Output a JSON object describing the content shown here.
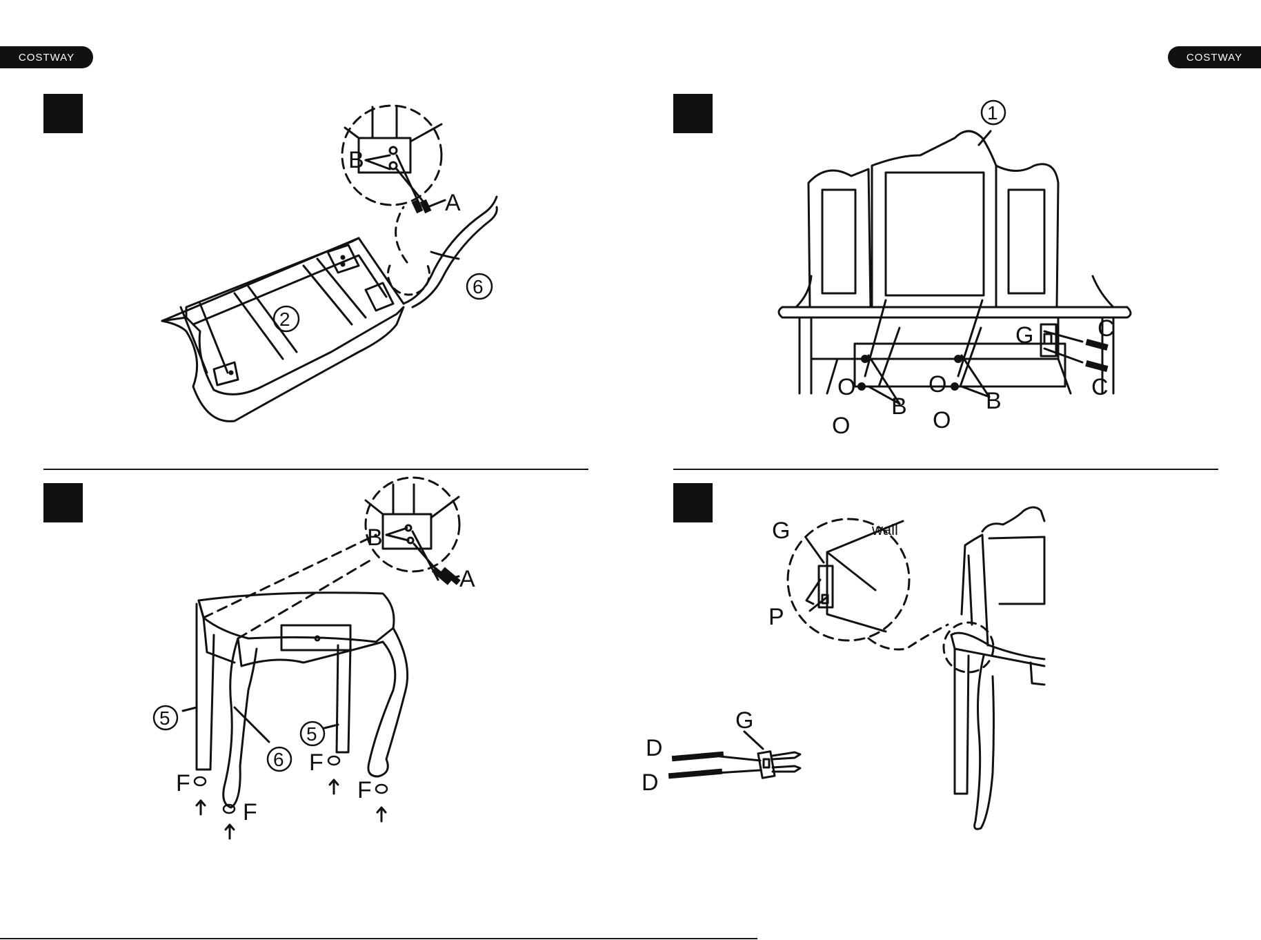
{
  "brand": {
    "left": "COSTWAY",
    "right": "COSTWAY"
  },
  "panel1": {
    "labels": {
      "b": "B",
      "a": "A",
      "part6": "6",
      "part2": "2"
    }
  },
  "panel2": {
    "labels": {
      "part1": "1",
      "g": "G",
      "c1": "C",
      "c2": "C",
      "o1": "O",
      "o2": "O",
      "o3": "O",
      "o4": "O",
      "b1": "B",
      "b2": "B"
    }
  },
  "panel3": {
    "labels": {
      "b": "B",
      "a": "A",
      "part5a": "5",
      "part5b": "5",
      "part6": "6",
      "f1": "F",
      "f2": "F",
      "f3": "F",
      "f4": "F"
    }
  },
  "panel4": {
    "labels": {
      "g1": "G",
      "wall": "wall",
      "p": "P",
      "g2": "G",
      "d1": "D",
      "d2": "D"
    }
  }
}
